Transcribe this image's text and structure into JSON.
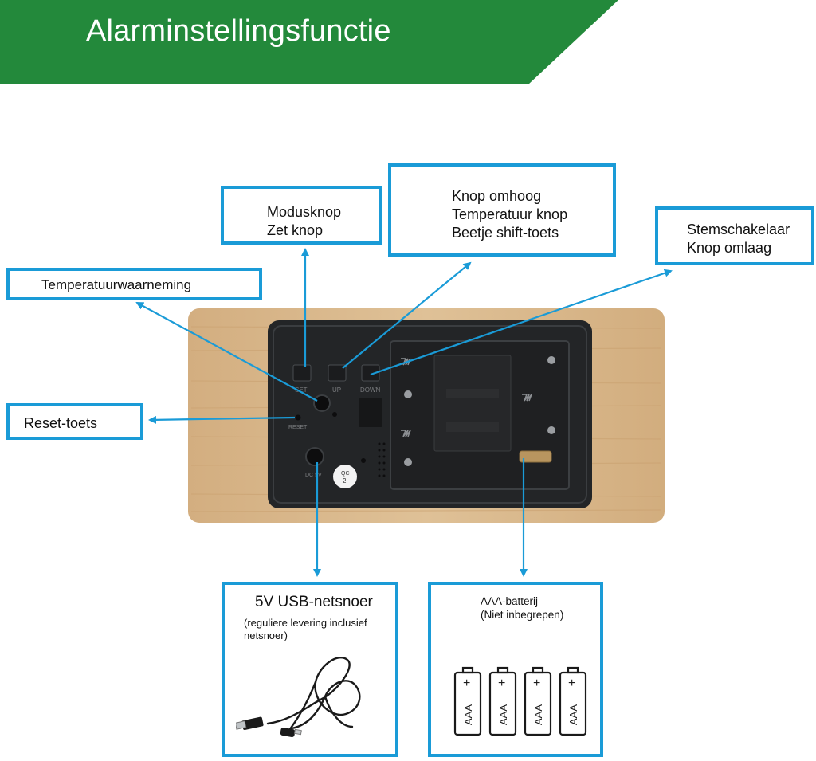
{
  "header": {
    "title": "Alarminstellingsfunctie",
    "color": "#23893b"
  },
  "callouts": {
    "mode": {
      "line1": "Modusknop",
      "line2": "Zet knop"
    },
    "up": {
      "line1": "Knop omhoog",
      "line2": "Temperatuur knop",
      "line3": "Beetje shift-toets"
    },
    "voice": {
      "line1": "Stemschakelaar",
      "line2": "Knop omlaag"
    },
    "temperature": {
      "label": "Temperatuurwaarneming"
    },
    "reset": {
      "label": "Reset-toets"
    },
    "usb": {
      "title": "5V USB-netsnoer",
      "note": "(reguliere levering inclusief netsnoer)"
    },
    "battery": {
      "title": "AAA-batterij",
      "note": "(Niet inbegrepen)",
      "battery_label": "AAA",
      "count": 4
    }
  },
  "device": {
    "button_labels": [
      "SET",
      "UP",
      "DOWN"
    ],
    "reset_label": "RESET",
    "qc_label": "QC",
    "qc_number": "2",
    "dc_label": "DC 5V"
  },
  "colors": {
    "callout_border": "#1a9bd7",
    "arrow": "#1a9bd7",
    "wood": "#d9b98e",
    "panel": "#232527"
  }
}
